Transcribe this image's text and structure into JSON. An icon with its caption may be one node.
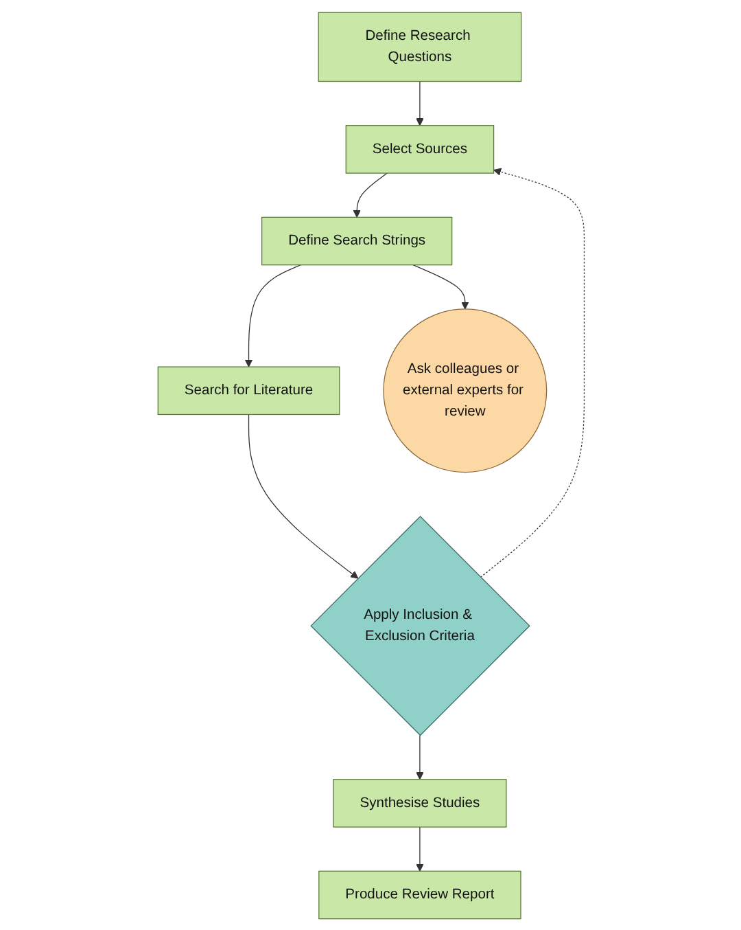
{
  "diagram": {
    "nodes": [
      {
        "text": [
          "Define Research Questions"
        ]
      },
      {
        "text": [
          "Select Sources"
        ]
      },
      {
        "text": [
          "Define Search Strings"
        ]
      },
      {
        "text": [
          "Search for Literature"
        ]
      },
      {
        "text": [
          "Ask colleagues or external experts for review"
        ]
      },
      {
        "text": [
          "Apply Inclusion & Exclusion Criteria"
        ]
      },
      {
        "text": [
          "Synthesise Studies"
        ]
      },
      {
        "text": [
          "Produce Review Report"
        ]
      }
    ],
    "edges": [
      {
        "from": 0,
        "to": 1,
        "arrow": "to"
      },
      {
        "from": 1,
        "to": 2,
        "arrow": "to"
      },
      {
        "from": 2,
        "to": 3,
        "arrow": "to"
      },
      {
        "from": 2,
        "to": 4,
        "arrow": "to"
      },
      {
        "from": 3,
        "to": 5,
        "arrow": "to"
      },
      {
        "from": 5,
        "to": 1,
        "arrow": "to",
        "style": "dashed"
      },
      {
        "from": 5,
        "to": 6,
        "arrow": "to"
      },
      {
        "from": 6,
        "to": 7,
        "arrow": "to"
      }
    ]
  }
}
